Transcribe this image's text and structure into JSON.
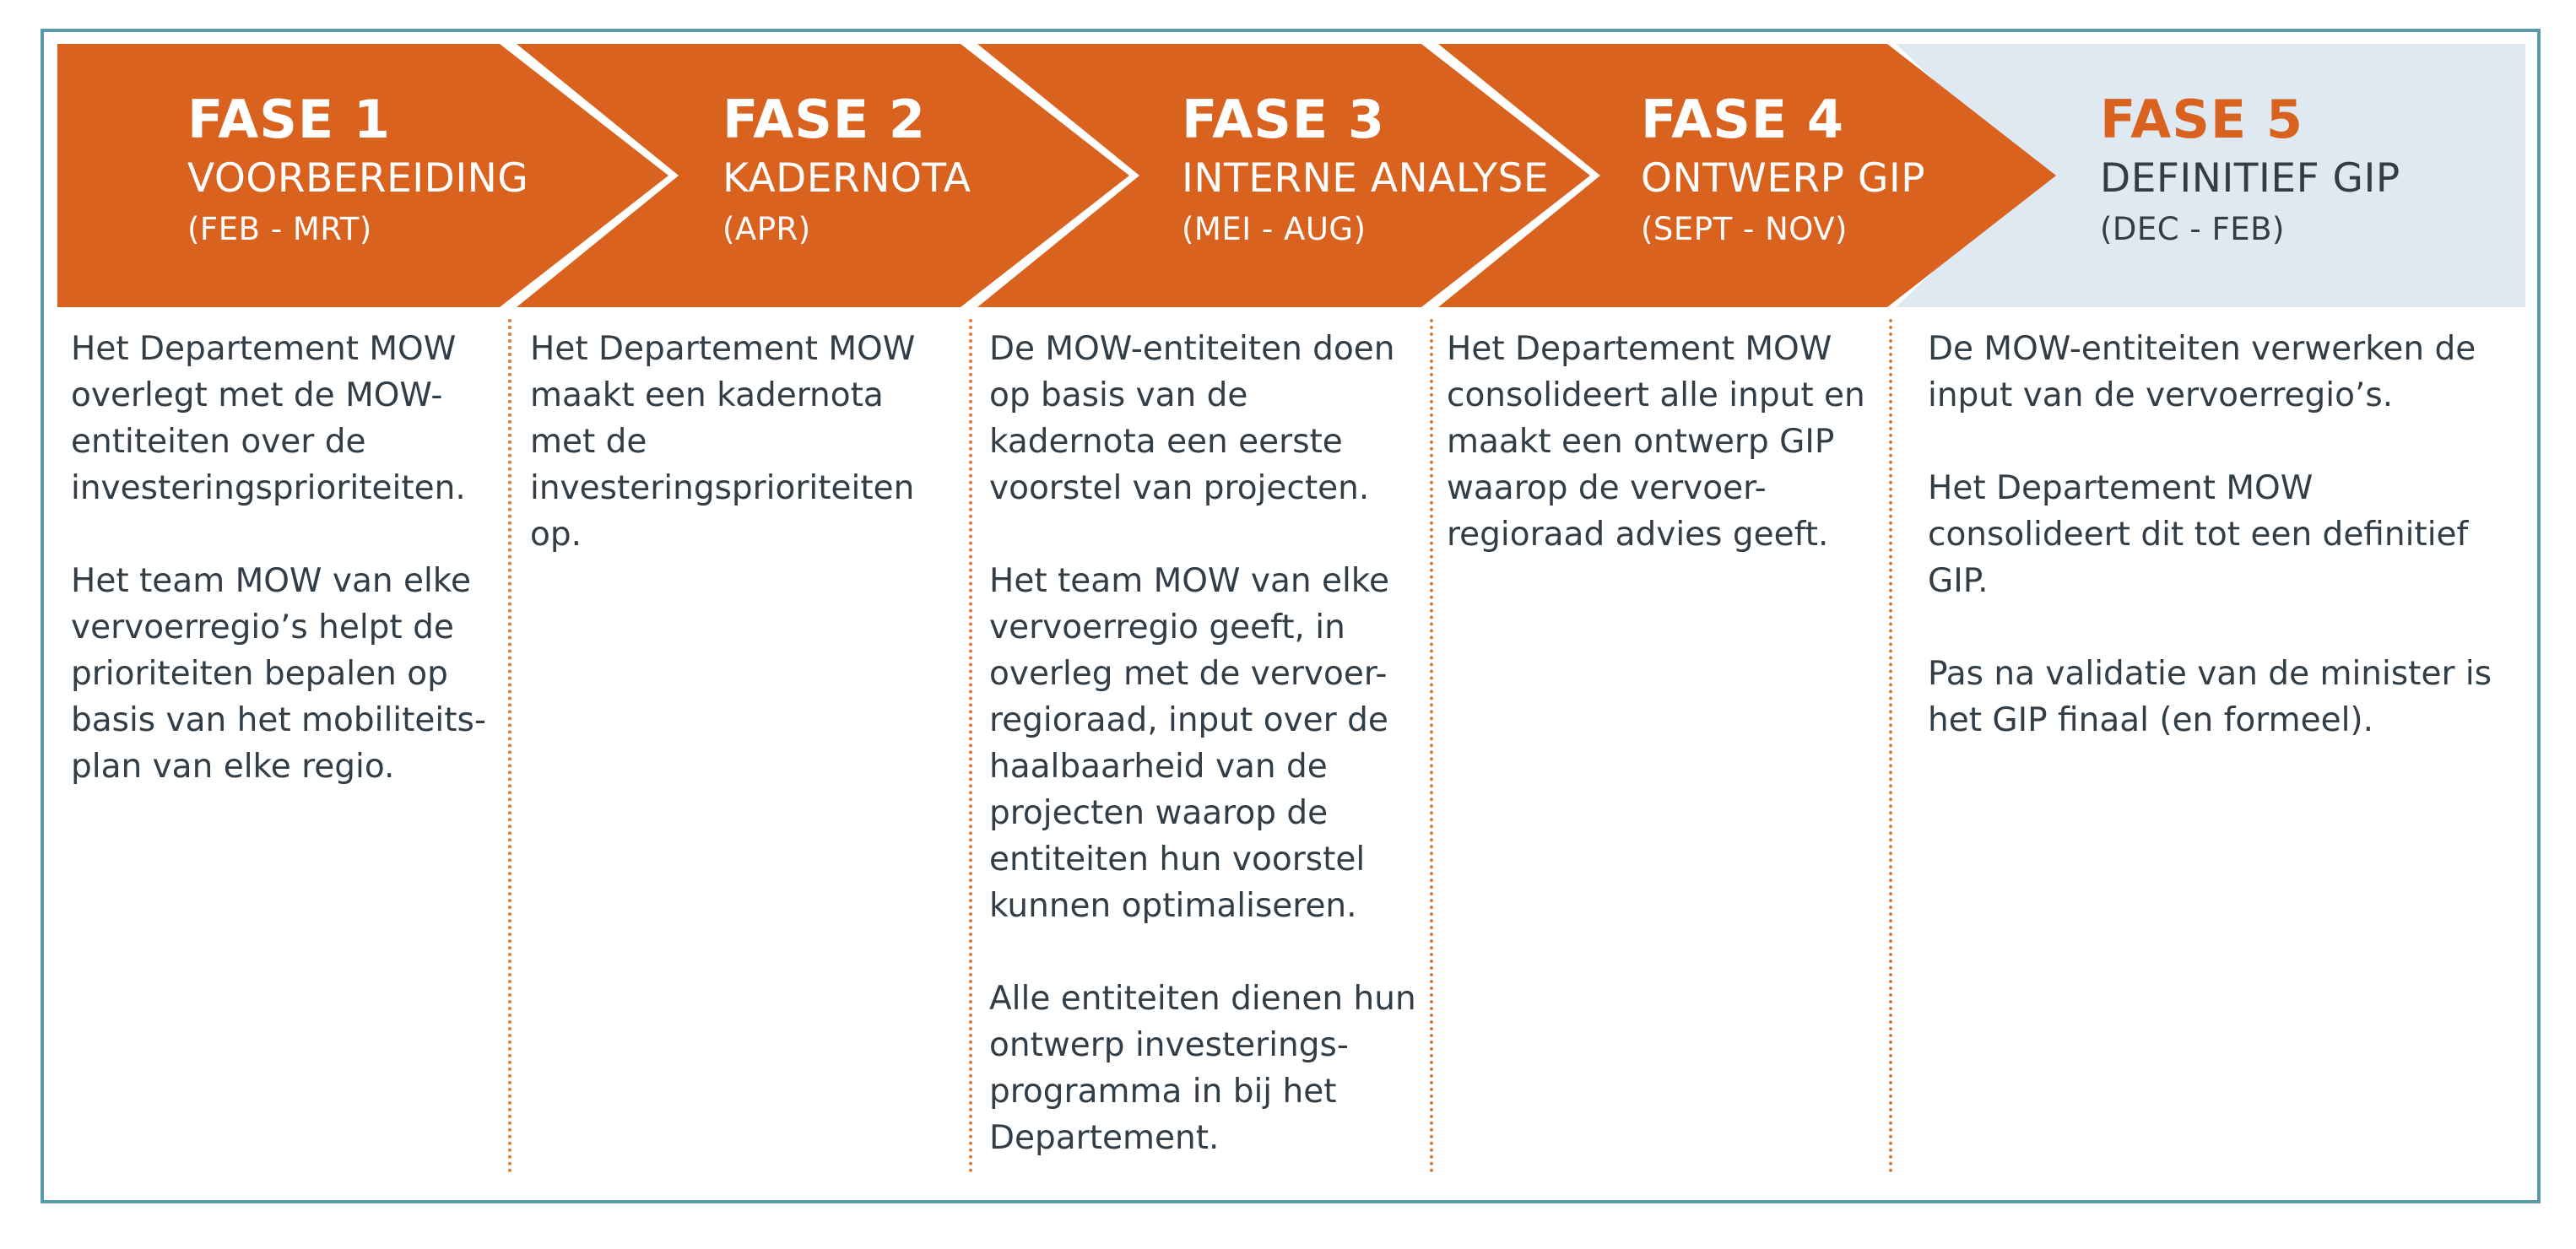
{
  "colors": {
    "orange": "#d9621f",
    "light_blue": "#dfe9f1",
    "frame": "#5a9aa8",
    "text": "#333d46"
  },
  "phases": [
    {
      "phase": "FASE 1",
      "name": "VOORBEREIDING",
      "period": "(FEB - MRT)",
      "paragraphs": [
        "Het Departement MOW overlegt met de MOW-entiteiten over de investeringsprioriteiten.",
        "Het team MOW van elke vervoerregio’s helpt de prioriteiten bepalen op basis van het mobiliteits-plan van elke regio."
      ]
    },
    {
      "phase": "FASE 2",
      "name": "KADERNOTA",
      "period": "(APR)",
      "paragraphs": [
        "Het Departement MOW maakt een kadernota met de investeringsprioriteiten op."
      ]
    },
    {
      "phase": "FASE 3",
      "name": "INTERNE ANALYSE",
      "period": "(MEI - AUG)",
      "paragraphs": [
        "De MOW-entiteiten doen op basis van de kadernota een eerste voorstel van projecten.",
        "Het team MOW van elke vervoerregio geeft, in overleg met de vervoer-regioraad, input over de haalbaarheid van de projecten waarop de entiteiten hun voorstel kunnen optimaliseren.",
        "Alle entiteiten dienen hun ontwerp investerings-programma in bij het Departement."
      ]
    },
    {
      "phase": "FASE 4",
      "name": "ONTWERP GIP",
      "period": "(SEPT - NOV)",
      "paragraphs": [
        "Het Departement MOW consolideert alle input en maakt een ontwerp GIP waarop de vervoer-regioraad advies geeft."
      ]
    },
    {
      "phase": "FASE 5",
      "name": "DEFINITIEF GIP",
      "period": "(DEC - FEB)",
      "paragraphs": [
        "De MOW-entiteiten verwerken de input van de vervoerregio’s.",
        "Het Departement MOW consolideert dit tot een definitief GIP.",
        "Pas na validatie van de minister is het GIP finaal (en formeel)."
      ]
    }
  ]
}
